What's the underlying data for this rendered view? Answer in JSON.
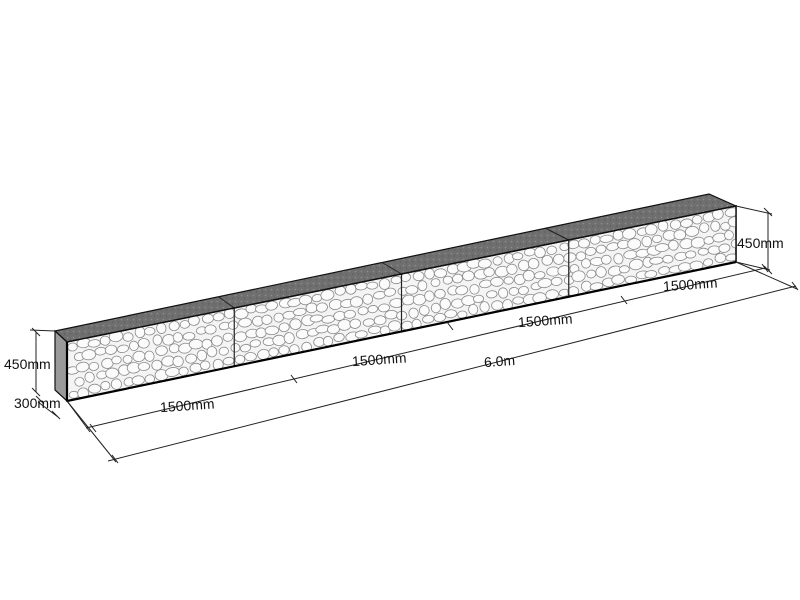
{
  "diagram": {
    "segments": [
      {
        "length_label": "1500mm"
      },
      {
        "length_label": "1500mm"
      },
      {
        "length_label": "1500mm"
      },
      {
        "length_label": "1500mm"
      }
    ],
    "overall_length_label": "6.0m",
    "height_label_left": "450mm",
    "height_label_right": "450mm",
    "depth_label": "300mm",
    "colors": {
      "top_fill": "#6f6f6f",
      "front_fill": "#f4f4f4",
      "stone_stroke": "#8a8a8a",
      "stone_fill": "#fbfbfb",
      "line": "#222222"
    }
  }
}
